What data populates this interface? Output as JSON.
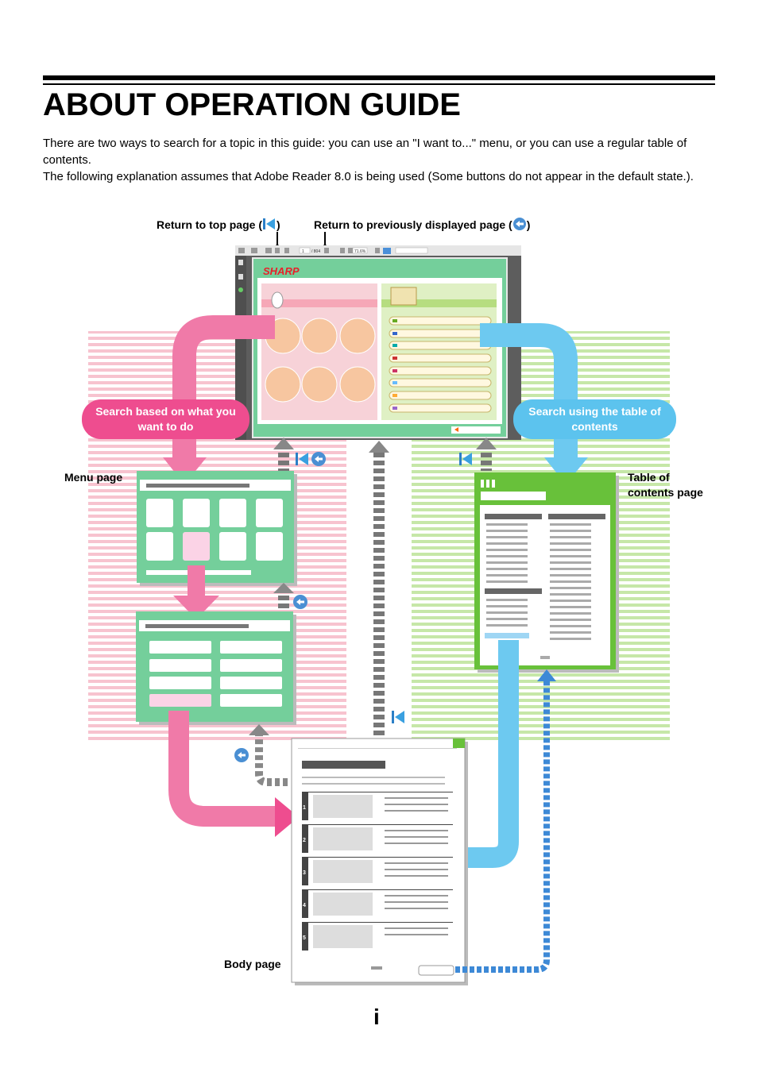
{
  "header": {
    "title": "ABOUT OPERATION GUIDE",
    "intro_line1": "There are two ways to search for a topic in this guide: you can use an \"I want to...\" menu, or you can use a regular table of contents.",
    "intro_line2": "The following explanation assumes that Adobe Reader 8.0 is being used (Some buttons do not appear in the default state.)."
  },
  "diagram": {
    "label_return_top": "Return to top page (",
    "label_return_top_end": ")",
    "label_return_prev": "Return to previously displayed page (",
    "label_return_prev_end": ")",
    "pill_menu": "Search based on what you want to do",
    "pill_toc": "Search using the table of contents",
    "label_menu_page": "Menu page",
    "label_toc_page": "Table of contents page",
    "label_body_page": "Body page",
    "brand_logo": "SHARP",
    "viewer_page_field": "1",
    "viewer_page_total": "/ 804",
    "viewer_zoom": "71.6%",
    "body_tabs": [
      "1",
      "2",
      "3",
      "4",
      "5"
    ],
    "colors": {
      "pink": "#ee4d8f",
      "pink_light": "#f7a8c4",
      "blue": "#5cc3ee",
      "green_page": "#74cf9b",
      "green_toc": "#68c13a",
      "stripe_pink": "#f7c3cf",
      "stripe_green": "#c6e7a8",
      "dash_blue": "#3d89d6"
    },
    "icons": [
      "top-page-icon",
      "back-icon"
    ]
  },
  "footer": {
    "page_number": "i"
  }
}
